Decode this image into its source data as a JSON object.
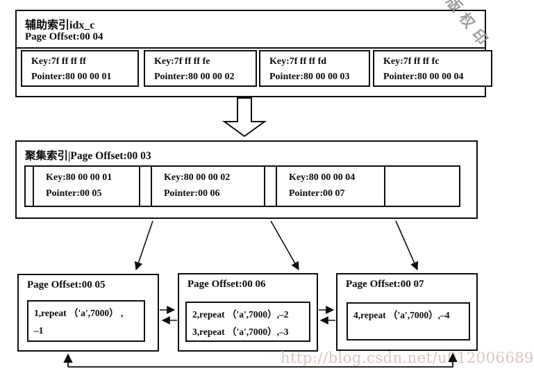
{
  "aux_index": {
    "title": "辅助索引idx_c",
    "page_offset": "Page Offset:00 04",
    "cells": [
      {
        "key": "Key:7f ff ff ff",
        "pointer": "Pointer:80 00 00 01"
      },
      {
        "key": "Key:7f ff ff fe",
        "pointer": "Pointer:80 00 00 02"
      },
      {
        "key": "Key:7f ff ff fd",
        "pointer": "Pointer:80 00 00 03"
      },
      {
        "key": "Key:7f ff ff fc",
        "pointer": "Pointer:80 00 00 04"
      }
    ]
  },
  "clustered_index": {
    "title": "聚集索引|Page Offset:00 03",
    "cells": [
      {
        "key": "Key:80 00 00 01",
        "pointer": "Pointer:00 05"
      },
      {
        "key": "Key:80 00 00 02",
        "pointer": "Pointer:00 06"
      },
      {
        "key": "Key:80 00 00 04",
        "pointer": "Pointer:00 07"
      }
    ]
  },
  "data_pages": [
    {
      "title": "Page Offset:00 05",
      "lines": [
        "1,repeat （'a',7000） ,",
        "–1"
      ]
    },
    {
      "title": "Page Offset:00 06",
      "lines": [
        "2,repeat （'a',7000）,–2",
        "3,repeat （'a',7000）,–3"
      ]
    },
    {
      "title": "Page Offset:00 07",
      "lines": [
        "4,repeat （'a',7000）,–4"
      ]
    }
  ],
  "watermarks": {
    "url": "http://blog.csdn.net/u012006689",
    "corner_stamp": "版权印"
  },
  "colors": {
    "line": "#0d0d0d",
    "background": "#ffffff",
    "url_watermark": "#d9c6c1",
    "corner_watermark": "#8d8d8d"
  }
}
